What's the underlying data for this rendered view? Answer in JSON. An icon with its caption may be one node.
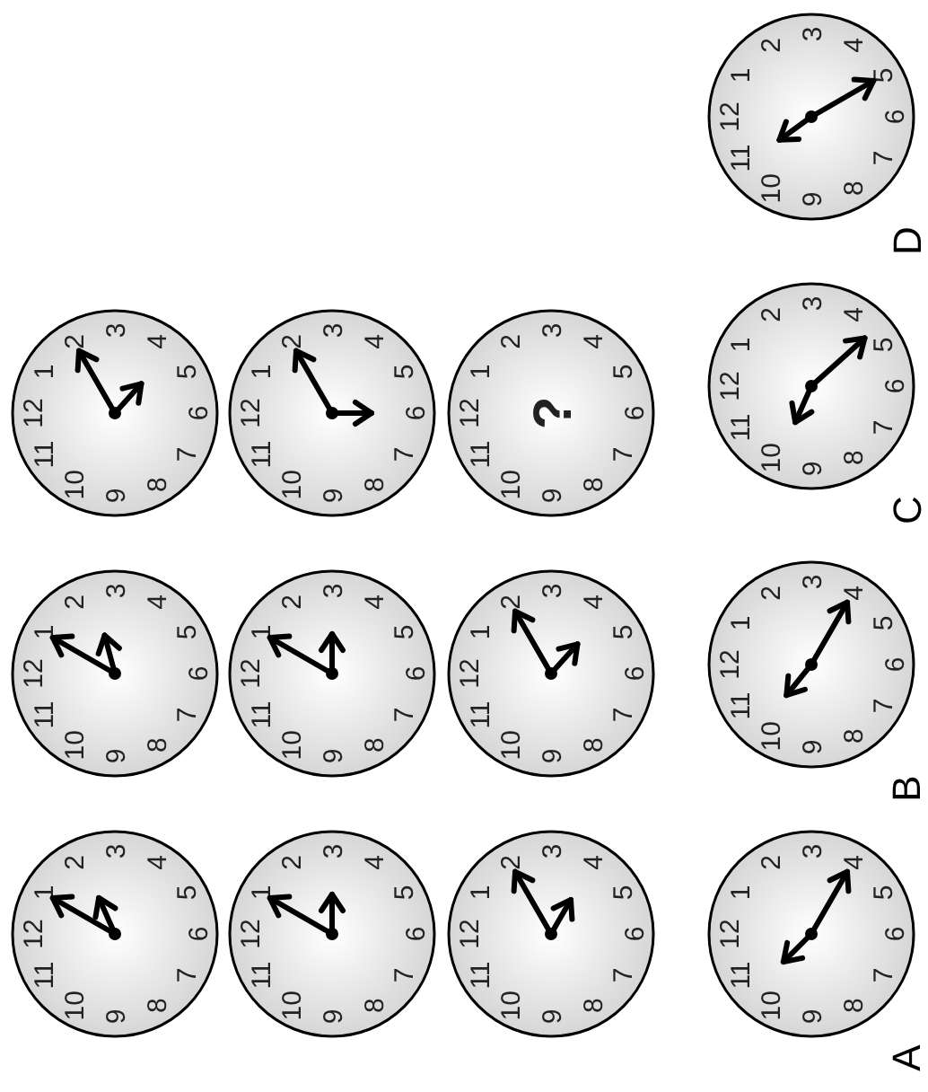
{
  "diagram": {
    "nodes": [
      {
        "text": [
          "1",
          "2",
          "3",
          "4",
          "5",
          "6",
          "7",
          "8",
          "9",
          "10",
          "11",
          "12"
        ]
      },
      {
        "text": [
          "1",
          "2",
          "3",
          "4",
          "5",
          "6",
          "7",
          "8",
          "9",
          "10",
          "11",
          "12"
        ]
      },
      {
        "text": [
          "1",
          "2",
          "3",
          "4",
          "5",
          "6",
          "7",
          "8",
          "9",
          "10",
          "11",
          "12",
          "?"
        ]
      },
      {
        "text": [
          "1",
          "2",
          "3",
          "4",
          "5",
          "6",
          "7",
          "8",
          "9",
          "10",
          "11",
          "12"
        ]
      },
      {
        "text": [
          "1",
          "2",
          "3",
          "4",
          "5",
          "6",
          "7",
          "8",
          "9",
          "10",
          "11",
          "12"
        ]
      },
      {
        "text": [
          "1",
          "2",
          "3",
          "4",
          "5",
          "6",
          "7",
          "8",
          "9",
          "10",
          "11",
          "12"
        ]
      },
      {
        "text": [
          "1",
          "2",
          "3",
          "4",
          "5",
          "6",
          "7",
          "8",
          "9",
          "10",
          "11",
          "12"
        ]
      },
      {
        "text": [
          "1",
          "2",
          "3",
          "4",
          "5",
          "6",
          "7",
          "8",
          "9",
          "10",
          "11",
          "12"
        ]
      },
      {
        "text": [
          "1",
          "2",
          "3",
          "4",
          "5",
          "6",
          "7",
          "8",
          "9",
          "10",
          "11",
          "12"
        ]
      },
      {
        "text": [
          "1",
          "2",
          "3",
          "4",
          "5",
          "6",
          "7",
          "8",
          "9",
          "10",
          "11",
          "12"
        ],
        "beside": [
          "D"
        ]
      },
      {
        "text": [
          "1",
          "2",
          "3",
          "4",
          "5",
          "6",
          "7",
          "8",
          "9",
          "10",
          "11",
          "12"
        ],
        "beside": [
          "C"
        ]
      },
      {
        "text": [
          "1",
          "2",
          "3",
          "4",
          "5",
          "6",
          "7",
          "8",
          "9",
          "10",
          "11",
          "12"
        ],
        "beside": [
          "B"
        ]
      },
      {
        "text": [
          "1",
          "2",
          "3",
          "4",
          "5",
          "6",
          "7",
          "8",
          "9",
          "10",
          "11",
          "12"
        ],
        "beside": [
          "A"
        ]
      }
    ],
    "edges": []
  }
}
